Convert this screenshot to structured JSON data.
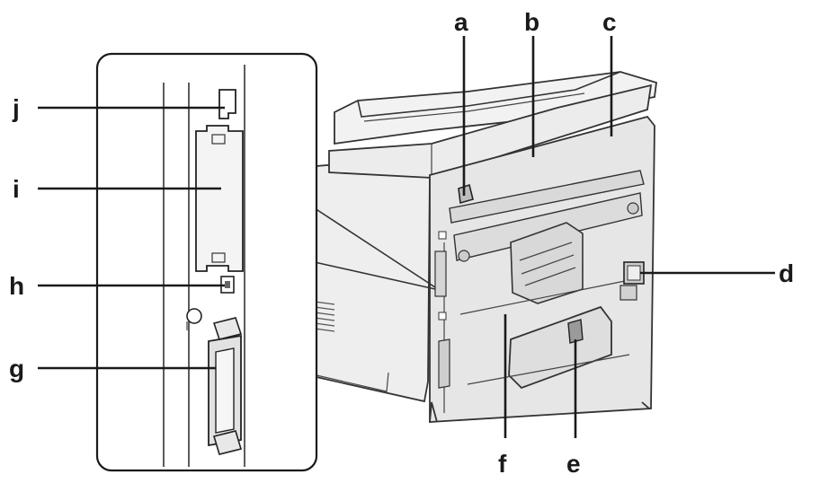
{
  "figure": {
    "callouts": {
      "a": "a",
      "b": "b",
      "c": "c",
      "d": "d",
      "e": "e",
      "f": "f",
      "g": "g",
      "h": "h",
      "i": "i",
      "j": "j"
    }
  }
}
